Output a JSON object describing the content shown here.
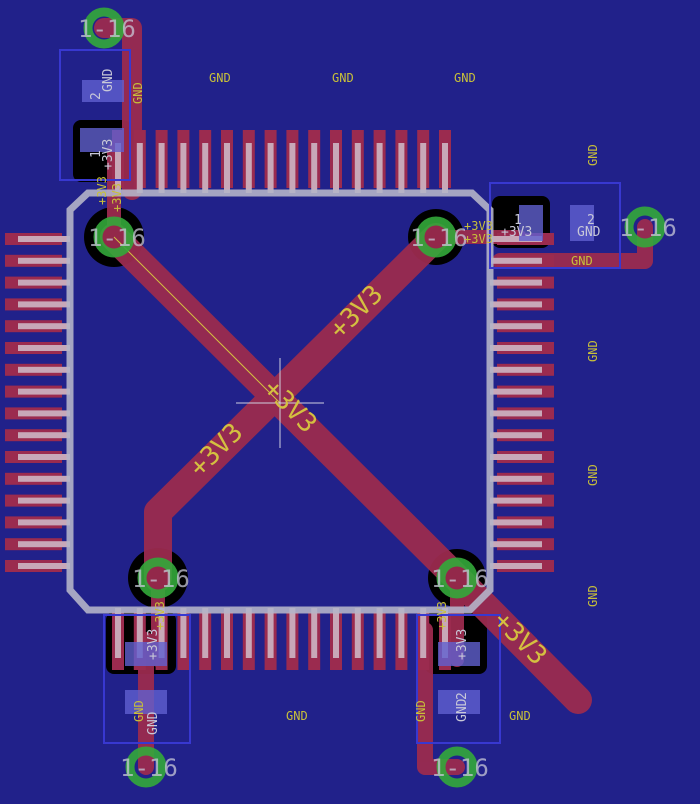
{
  "net_labels": {
    "gnd": "GND",
    "v33": "+3V3"
  },
  "via_label": "1-16",
  "pin_labels": {
    "one": "1",
    "two": "2"
  },
  "pads_per_side": 16,
  "colors": {
    "background": "#21218a",
    "trace": "#9b2b4f",
    "via": "#33a83a",
    "outline": "#b4b4c8",
    "cap_outline": "#3838d0",
    "label": "#c8c03a"
  }
}
